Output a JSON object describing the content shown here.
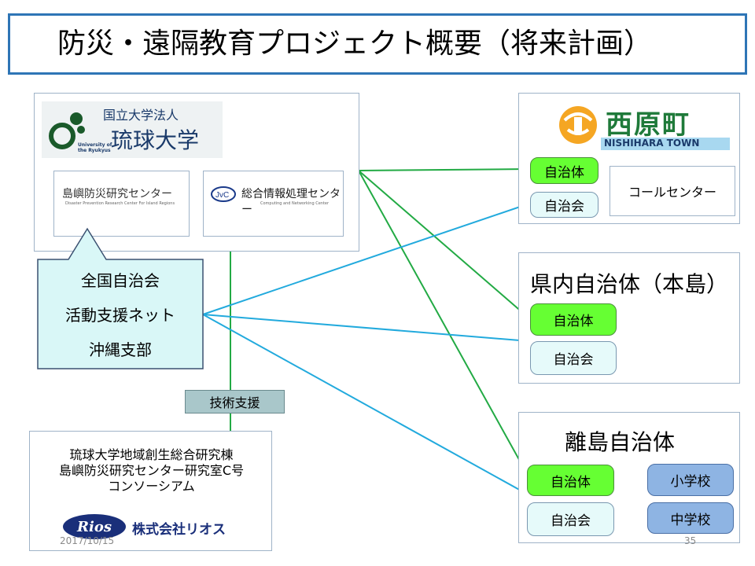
{
  "title": "防災・遠隔教育プロジェクト概要（将来計画）",
  "university": {
    "logo_top": "国立大学法人",
    "logo_name": "琉球大学",
    "logo_sub": "University of the Ryukyus",
    "center1_name": "島嶼防災研究センター",
    "center1_sub": "Disaster Prevention Research Center For Island Regions",
    "center2_name": "総合情報処理センター",
    "center2_sub": "Computing and Networking Center"
  },
  "callout": {
    "line1": "全国自治会",
    "line2": "活動支援ネット",
    "line3": "沖縄支部"
  },
  "support_label": "技術支援",
  "consortium": {
    "line1": "琉球大学地域創生総合研究棟",
    "line2": "島嶼防災研究センター研究室C号",
    "line3": "コンソーシアム",
    "company_logo": "Rios",
    "company_name": "株式会社リオス"
  },
  "nishihara": {
    "logo_kanji": "西原町",
    "logo_roman": "NISHIHARA TOWN",
    "box_jichitai": "自治体",
    "box_jichikai": "自治会",
    "box_callcenter": "コールセンター"
  },
  "prefecture": {
    "heading": "県内自治体（本島）",
    "box_jichitai": "自治体",
    "box_jichikai": "自治会"
  },
  "islands": {
    "heading": "離島自治体",
    "box_jichitai": "自治体",
    "box_jichikai": "自治会",
    "box_elementary": "小学校",
    "box_junior": "中学校"
  },
  "footer": {
    "date": "2017/10/15",
    "page": "35"
  },
  "colors": {
    "green_line": "#22aa44",
    "blue_line": "#22aadd",
    "title_border": "#2e75b6"
  }
}
